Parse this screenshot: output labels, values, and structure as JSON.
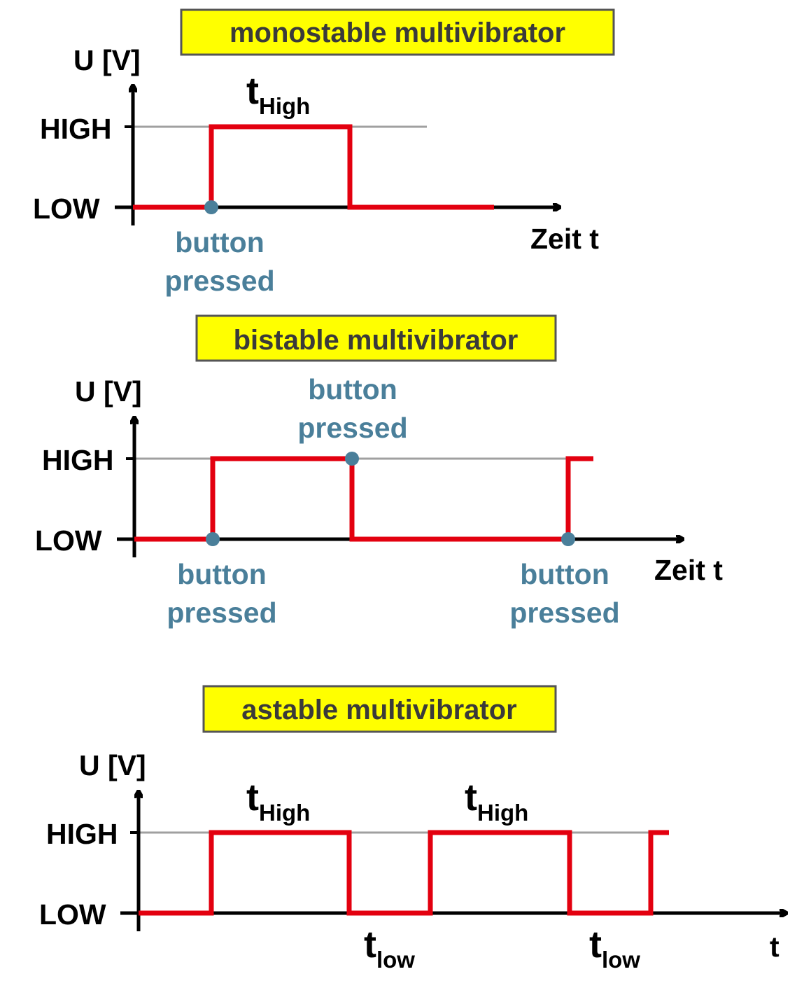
{
  "colors": {
    "signal": "#e3000f",
    "axis": "#000000",
    "high_line": "#a0a0a0",
    "marker": "#4a7f9a",
    "title_bg": "#ffff00",
    "title_border": "#555555"
  },
  "monostable": {
    "title": "monostable multivibrator",
    "y_axis": "U [V]",
    "high": "HIGH",
    "low": "LOW",
    "x_axis": "Zeit t",
    "t_high": {
      "main": "t",
      "sub": "High"
    },
    "button": {
      "line1": "button",
      "line2": "pressed"
    }
  },
  "bistable": {
    "title": "bistable multivibrator",
    "y_axis": "U [V]",
    "high": "HIGH",
    "low": "LOW",
    "x_axis": "Zeit t",
    "buttons": [
      {
        "line1": "button",
        "line2": "pressed"
      },
      {
        "line1": "button",
        "line2": "pressed"
      },
      {
        "line1": "button",
        "line2": "pressed"
      }
    ]
  },
  "astable": {
    "title": "astable multivibrator",
    "y_axis": "U [V]",
    "high": "HIGH",
    "low": "LOW",
    "x_axis": "t",
    "t_high_1": {
      "main": "t",
      "sub": "High"
    },
    "t_high_2": {
      "main": "t",
      "sub": "High"
    },
    "t_low_1": {
      "main": "t",
      "sub": "low"
    },
    "t_low_2": {
      "main": "t",
      "sub": "low"
    }
  }
}
